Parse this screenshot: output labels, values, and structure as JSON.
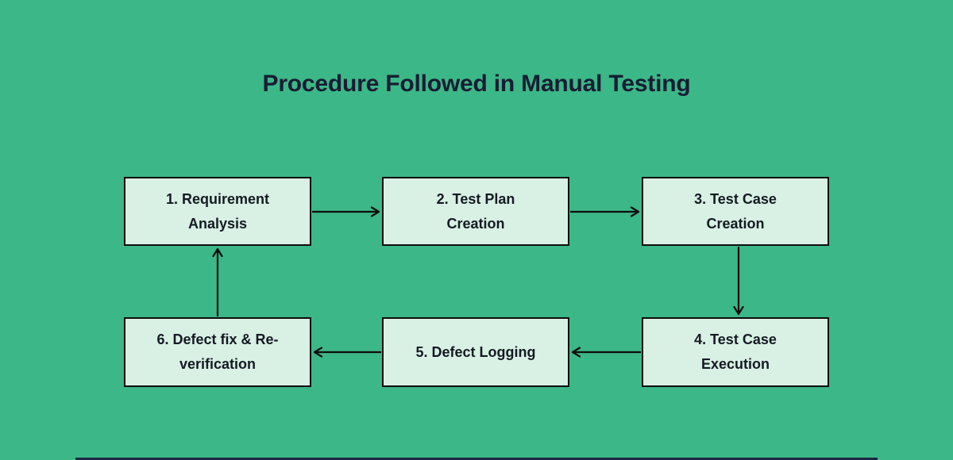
{
  "title": "Procedure Followed in Manual Testing",
  "colors": {
    "background": "#3cb787",
    "box_fill": "#d9f0e5",
    "box_border": "#0d0d0d",
    "title_text": "#171c33",
    "box_text": "#141a22",
    "arrow": "#0d0d0d"
  },
  "diagram": {
    "type": "flowchart",
    "boxes": [
      {
        "step": 1,
        "name": "requirement-analysis",
        "line1": "1. Requirement",
        "line2": "Analysis"
      },
      {
        "step": 2,
        "name": "test-plan-creation",
        "line1": "2. Test Plan",
        "line2": "Creation"
      },
      {
        "step": 3,
        "name": "test-case-creation",
        "line1": "3. Test Case",
        "line2": "Creation"
      },
      {
        "step": 4,
        "name": "test-case-execution",
        "line1": "4. Test Case",
        "line2": "Execution"
      },
      {
        "step": 5,
        "name": "defect-logging",
        "line1": "5. Defect Logging",
        "line2": ""
      },
      {
        "step": 6,
        "name": "defect-fix-reverification",
        "line1": "6. Defect fix & Re-",
        "line2": "verification"
      }
    ],
    "connections": [
      {
        "from": 1,
        "to": 2
      },
      {
        "from": 2,
        "to": 3
      },
      {
        "from": 3,
        "to": 4
      },
      {
        "from": 4,
        "to": 5
      },
      {
        "from": 5,
        "to": 6
      },
      {
        "from": 6,
        "to": 1
      }
    ]
  }
}
